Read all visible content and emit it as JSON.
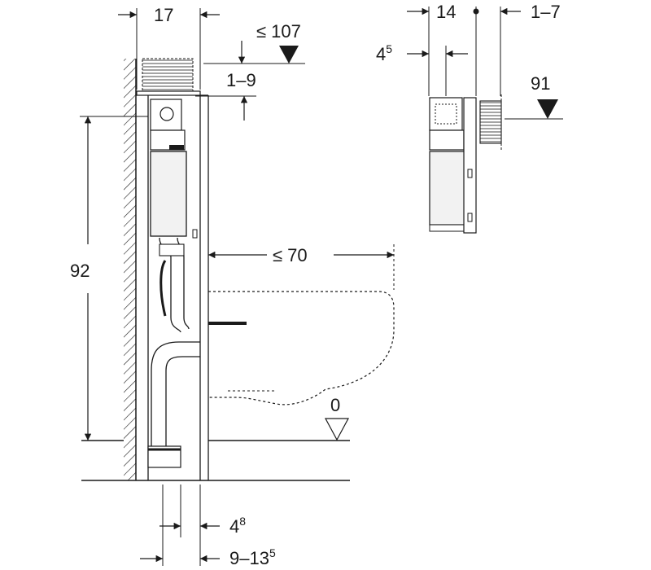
{
  "dimensions": {
    "frame_depth": "17",
    "max_cistern_height": "≤ 107",
    "cistern_range": "1–9",
    "front_range": "1–7",
    "front_depth_base": "14",
    "side_offset_base": "4",
    "side_offset_sup": "5",
    "side_level": "91",
    "total_height": "92",
    "max_bowl_projection": "≤ 70",
    "floor_level": "0",
    "drain_offset_base": "4",
    "drain_offset_sup": "8",
    "drain_range_base": "9–13",
    "drain_range_sup": "5"
  },
  "colors": {
    "ink": "#1a1a1a",
    "frame_fill": "#ffffff",
    "cistern_fill": "#f2f2f2"
  }
}
